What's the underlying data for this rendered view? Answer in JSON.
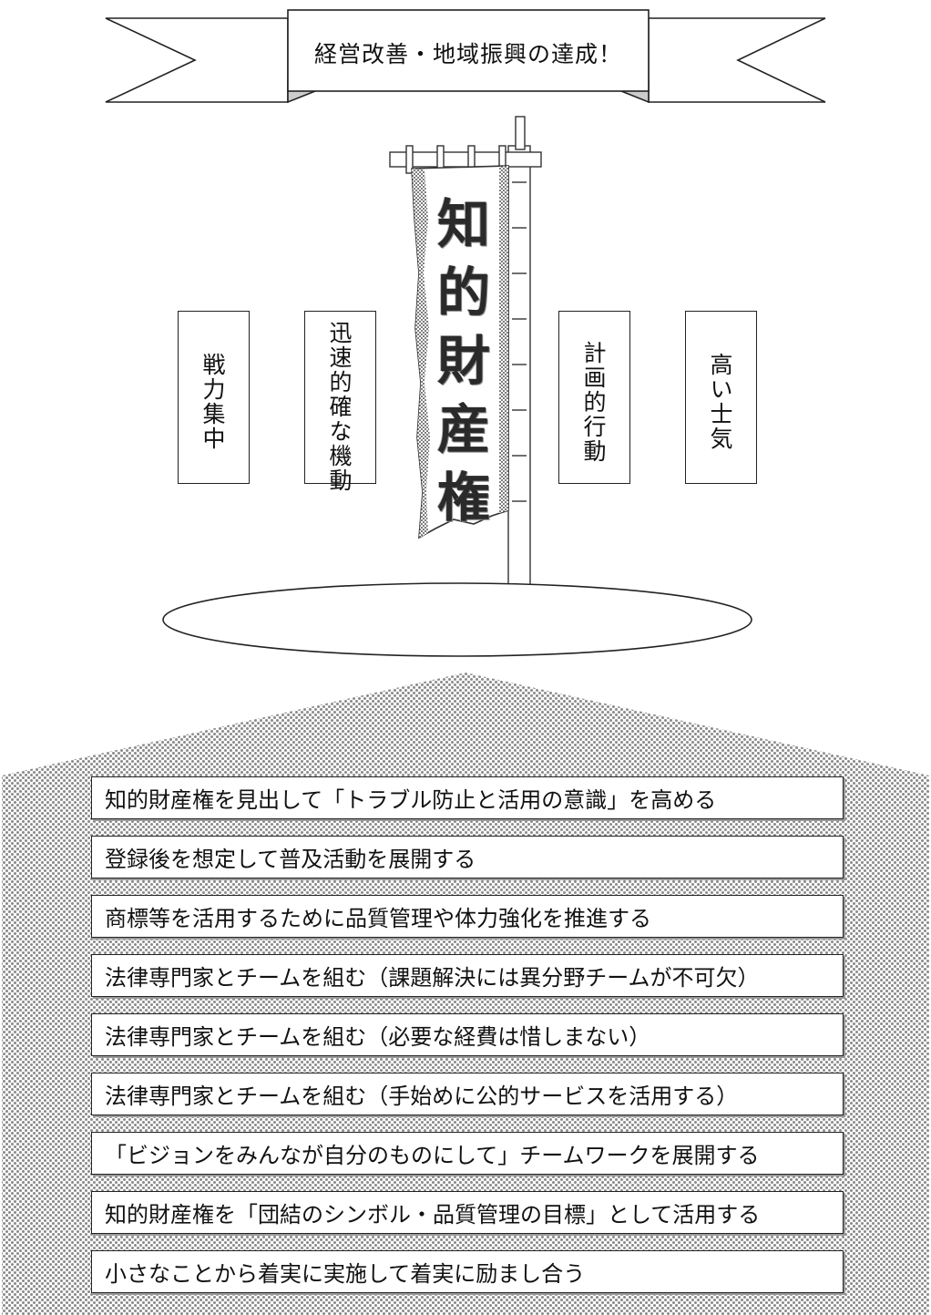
{
  "banner": {
    "title": "経営改善・地域振興の達成！"
  },
  "flag": {
    "characters": [
      "知",
      "的",
      "財",
      "産",
      "権"
    ]
  },
  "pillars": [
    {
      "label": "戦力集中"
    },
    {
      "label": "迅速的確な機動"
    },
    {
      "label": "計画的行動"
    },
    {
      "label": "高い士気"
    }
  ],
  "foundation": {
    "items": [
      "知的財産権を見出して「トラブル防止と活用の意識」を高める",
      "登録後を想定して普及活動を展開する",
      "商標等を活用するために品質管理や体力強化を推進する",
      "法律専門家とチームを組む（課題解決には異分野チームが不可欠）",
      "法律専門家とチームを組む（必要な経費は惜しまない）",
      "法律専門家とチームを組む（手始めに公的サービスを活用する）",
      "「ビジョンをみんなが自分のものにして」チームワークを展開する",
      "知的財産権を「団結のシンボル・品質管理の目標」として活用する",
      "小さなことから着実に実施して着実に励まし合う"
    ]
  }
}
